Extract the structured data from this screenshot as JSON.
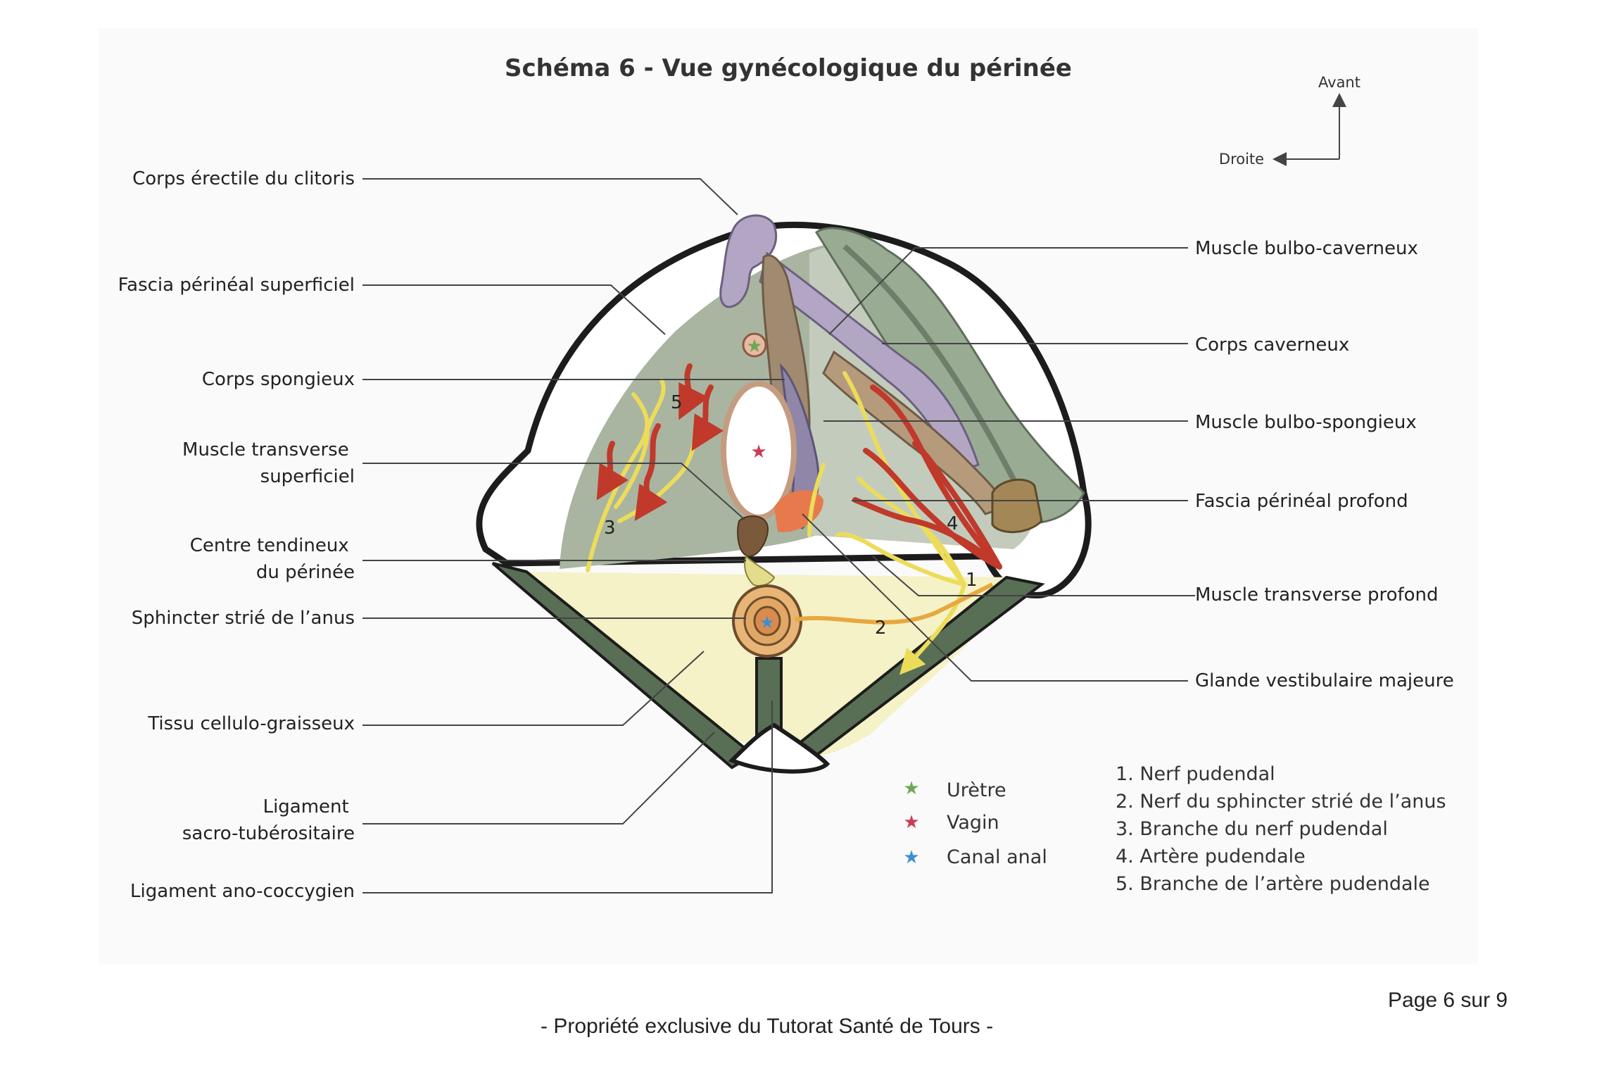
{
  "title": "Schéma 6 - Vue gynécologique du périnée",
  "compass": {
    "front": "Avant",
    "right": "Droite"
  },
  "labels_left": [
    {
      "key": "clitoris",
      "lines": [
        "Corps érectile du clitoris"
      ]
    },
    {
      "key": "fascia-superficiel",
      "lines": [
        "Fascia périnéal superficiel"
      ]
    },
    {
      "key": "corps-spongieux",
      "lines": [
        "Corps spongieux"
      ]
    },
    {
      "key": "transverse-superficiel",
      "lines": [
        "Muscle transverse",
        "superficiel"
      ]
    },
    {
      "key": "centre-tendineux",
      "lines": [
        "Centre tendineux",
        "du périnée"
      ]
    },
    {
      "key": "sphincter",
      "lines": [
        "Sphincter strié de l’anus"
      ]
    },
    {
      "key": "tissu",
      "lines": [
        "Tissu cellulo-graisseux"
      ]
    },
    {
      "key": "ligament-sacro",
      "lines": [
        "Ligament",
        "sacro-tubérositaire"
      ]
    },
    {
      "key": "ligament-ano",
      "lines": [
        "Ligament ano-coccygien"
      ]
    }
  ],
  "labels_right": [
    {
      "key": "bulbo-caverneux",
      "lines": [
        "Muscle bulbo-caverneux"
      ]
    },
    {
      "key": "corps-caverneux",
      "lines": [
        "Corps caverneux"
      ]
    },
    {
      "key": "bulbo-spongieux",
      "lines": [
        "Muscle bulbo-spongieux"
      ]
    },
    {
      "key": "fascia-profond",
      "lines": [
        "Fascia périnéal profond"
      ]
    },
    {
      "key": "transverse-profond",
      "lines": [
        "Muscle transverse profond"
      ]
    },
    {
      "key": "glande",
      "lines": [
        "Glande vestibulaire majeure"
      ]
    }
  ],
  "legend_symbols": [
    {
      "label": "Urètre",
      "color": "#6aaa55"
    },
    {
      "label": "Vagin",
      "color": "#cc3b55"
    },
    {
      "label": "Canal anal",
      "color": "#3b8fd6"
    }
  ],
  "legend_numbers": [
    "1. Nerf pudendal",
    "2. Nerf du sphincter strié de l’anus",
    "3. Branche du nerf pudendal",
    "4. Artère pudendale",
    "5. Branche de l’artère pudendale"
  ],
  "figure_numbers": [
    "1",
    "2",
    "3",
    "4",
    "5"
  ],
  "footer": {
    "page": "Page 6 sur 9",
    "copyright": "- Propriété exclusive du Tutorat Santé de Tours -"
  },
  "colors": {
    "fascia": "#a9b5a0",
    "fat": "#f4f2c6",
    "ligament": "#586e55",
    "cavernous": "#b3a6c4",
    "muscle": "#a08a70",
    "artery": "#c0392b",
    "nerve": "#ecdc5a",
    "nerve_orange": "#e7a83f",
    "gland": "#e67a4c"
  }
}
